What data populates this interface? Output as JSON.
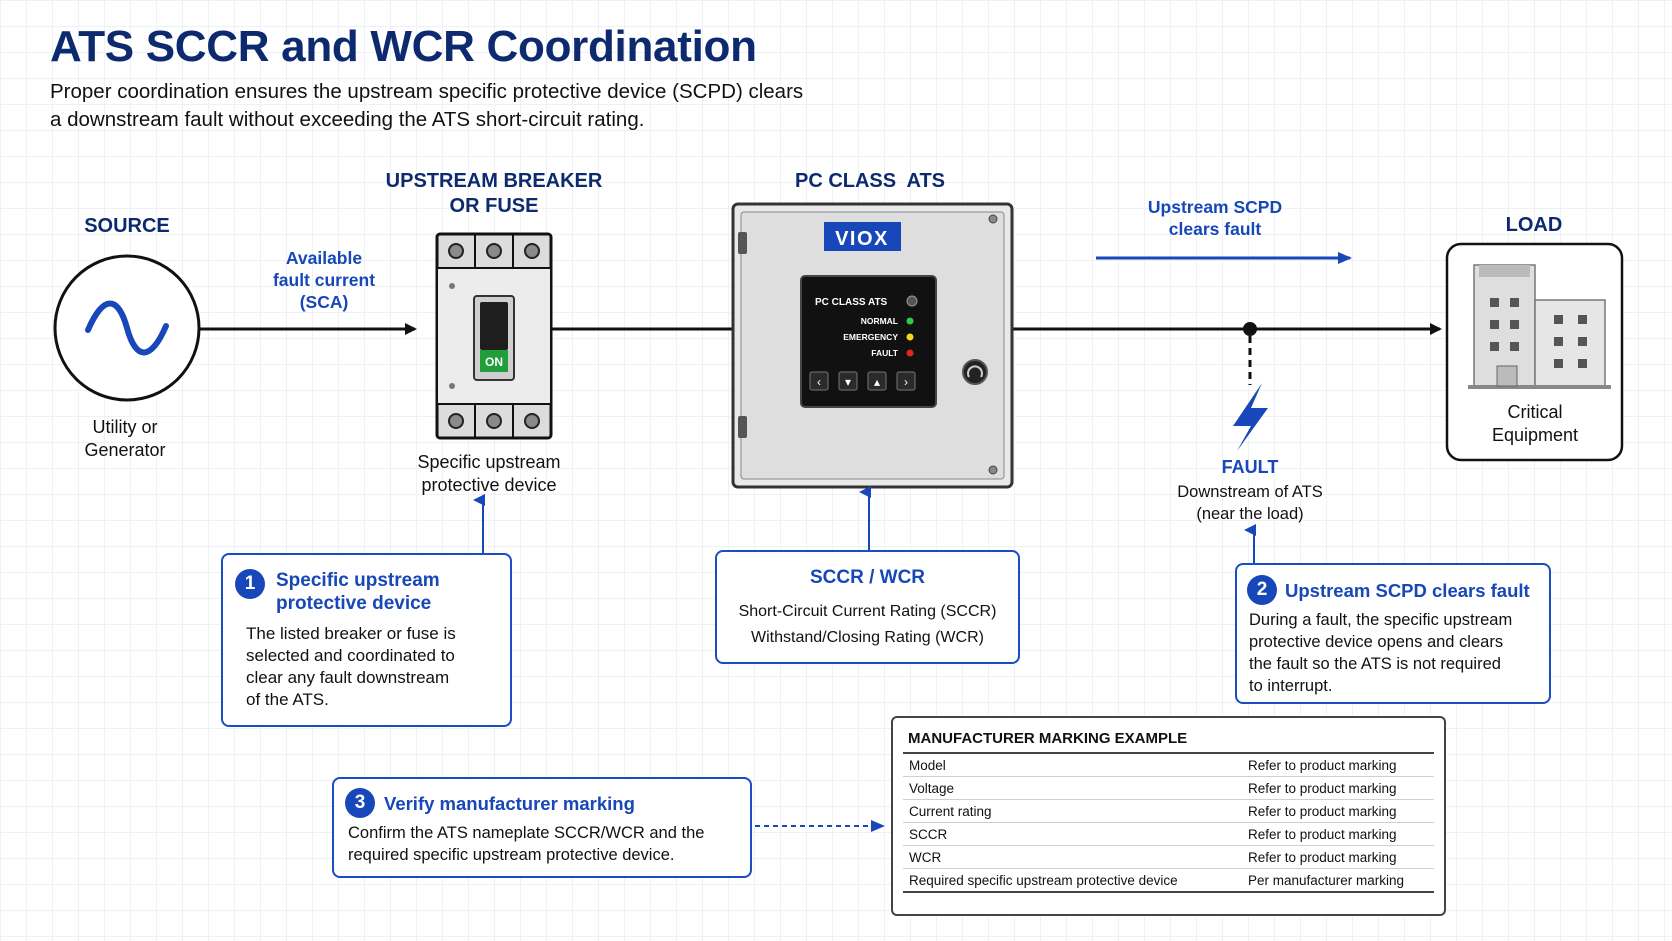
{
  "header": {
    "title": "ATS SCCR and WCR Coordination",
    "subtitle": "Proper coordination ensures the upstream specific protective device (SCPD) clears a downstream fault without exceeding the ATS short-circuit rating."
  },
  "source": {
    "heading": "SOURCE",
    "caption_line1": "Utility or",
    "caption_line2": "Generator"
  },
  "fault_current": {
    "line1": "Available",
    "line2": "fault current",
    "line3": "(SCA)"
  },
  "breaker": {
    "heading_line1": "UPSTREAM BREAKER",
    "heading_line2": "OR FUSE",
    "switch_label": "ON",
    "caption_line1": "Specific upstream",
    "caption_line2": "protective device"
  },
  "ats": {
    "heading": "PC CLASS  ATS",
    "brand": "VIOX",
    "panel_title": "PC CLASS ATS",
    "indicators": [
      {
        "label": "NORMAL",
        "color": "#2ecc40"
      },
      {
        "label": "EMERGENCY",
        "color": "#f2d91a"
      },
      {
        "label": "FAULT",
        "color": "#e0281c"
      }
    ],
    "buttons": [
      "‹",
      "▾",
      "▴",
      "›"
    ]
  },
  "scpd_arrow": {
    "line1": "Upstream SCPD",
    "line2": "clears fault"
  },
  "load": {
    "heading": "LOAD",
    "caption_line1": "Critical",
    "caption_line2": "Equipment"
  },
  "fault": {
    "heading": "FAULT",
    "line1": "Downstream of ATS",
    "line2": "(near the load)"
  },
  "callout1": {
    "number": "1",
    "title_line1": "Specific upstream",
    "title_line2": "protective device",
    "text_lines": [
      "The listed breaker or fuse is",
      "selected and coordinated to",
      "clear any fault downstream",
      "of the ATS."
    ]
  },
  "callout_center": {
    "title": "SCCR / WCR",
    "line1": "Short-Circuit Current Rating (SCCR)",
    "line2": "Withstand/Closing Rating (WCR)"
  },
  "callout2": {
    "number": "2",
    "title": "Upstream SCPD clears fault",
    "text_lines": [
      "During a fault, the specific upstream",
      "protective device opens and clears",
      "the fault so the ATS is not required",
      "to interrupt."
    ]
  },
  "callout3": {
    "number": "3",
    "title": "Verify manufacturer marking",
    "text_lines": [
      "Confirm the ATS nameplate SCCR/WCR and the",
      "required specific upstream protective device."
    ]
  },
  "marking": {
    "title": "MANUFACTURER MARKING EXAMPLE",
    "rows": [
      {
        "label": "Model",
        "value": "Refer to product marking"
      },
      {
        "label": "Voltage",
        "value": "Refer to product marking"
      },
      {
        "label": "Current rating",
        "value": "Refer to product marking"
      },
      {
        "label": "SCCR",
        "value": "Refer to product marking"
      },
      {
        "label": "WCR",
        "value": "Refer to product marking"
      },
      {
        "label": "Required specific upstream protective device",
        "value": "Per manufacturer marking"
      }
    ]
  },
  "colors": {
    "navy": "#0d2a6e",
    "accent_blue": "#1747b8",
    "on_green": "#1f9e3a"
  }
}
